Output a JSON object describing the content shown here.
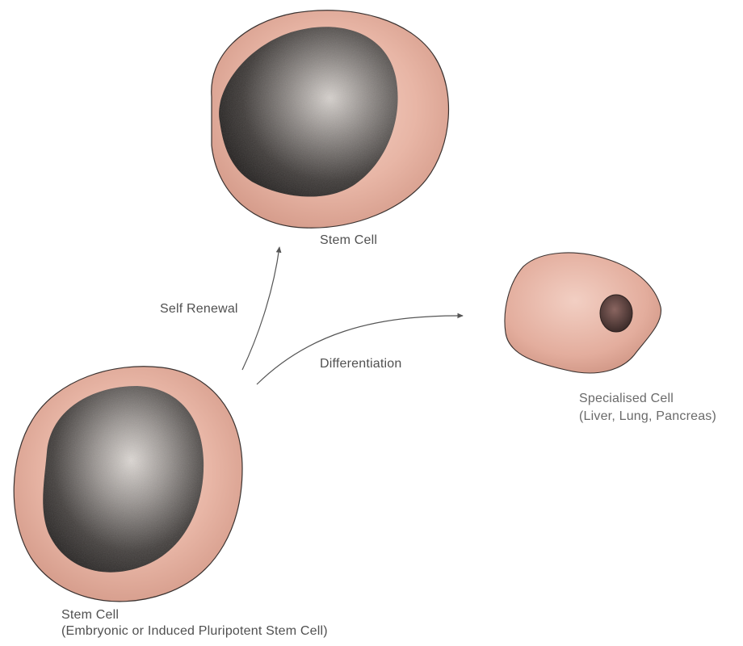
{
  "diagram": {
    "top_cell": {
      "label": "Stem Cell"
    },
    "source_cell": {
      "label_line1": "Stem Cell",
      "label_line2": "(Embryonic or Induced Pluripotent Stem Cell)"
    },
    "specialised_cell": {
      "label_line1": "Specialised Cell",
      "label_line2": "(Liver, Lung, Pancreas)"
    },
    "arrows": {
      "self_renewal": "Self Renewal",
      "differentiation": "Differentiation"
    }
  },
  "colors": {
    "cytoplasm": "#e7b0a0",
    "cytoplasm_edge": "#c98d7d",
    "nucleus_dark": "#2e2b2a",
    "nucleus_light": "#c9c4c0",
    "outline": "#3a3230",
    "arrow": "#555555",
    "label": "#505050"
  }
}
